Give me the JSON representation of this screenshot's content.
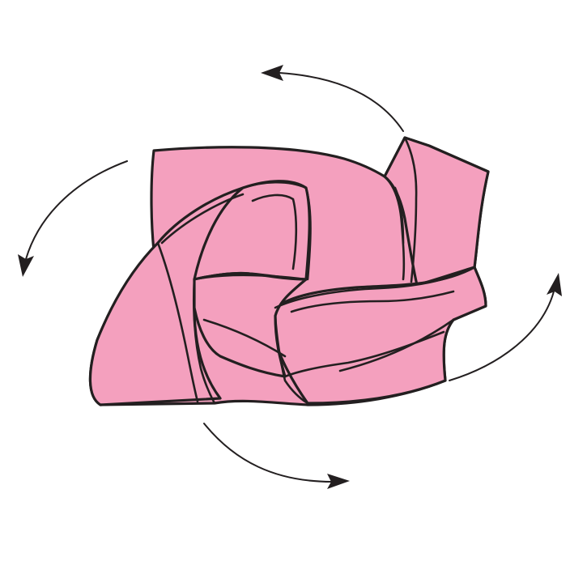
{
  "diagram": {
    "subject": "origami-rose-twist-step",
    "colors": {
      "paper_fill": "#f4a0be",
      "outline": "#231f20",
      "arrow": "#231f20",
      "background": "#ffffff"
    },
    "arrows": [
      {
        "name": "top-rotation-arrow",
        "direction": "counterclockwise"
      },
      {
        "name": "left-rotation-arrow",
        "direction": "counterclockwise"
      },
      {
        "name": "bottom-rotation-arrow",
        "direction": "counterclockwise"
      },
      {
        "name": "right-rotation-arrow",
        "direction": "counterclockwise"
      }
    ]
  }
}
